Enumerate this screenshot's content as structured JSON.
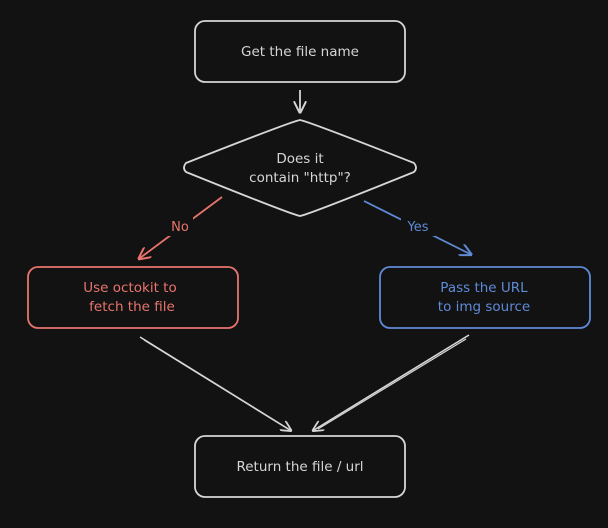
{
  "colors": {
    "background": "#121212",
    "neutral": "#d6d6d6",
    "no_branch": "#e8746d",
    "yes_branch": "#5f8ad6"
  },
  "nodes": {
    "start": {
      "line1": "Get the file name"
    },
    "decision": {
      "line1": "Does it",
      "line2": "contain \"http\"?"
    },
    "octokit": {
      "line1": "Use octokit to",
      "line2": "fetch the file"
    },
    "pass_url": {
      "line1": "Pass the URL",
      "line2": "to img source"
    },
    "return": {
      "line1": "Return the file / url"
    }
  },
  "edges": {
    "no_label": "No",
    "yes_label": "Yes"
  }
}
